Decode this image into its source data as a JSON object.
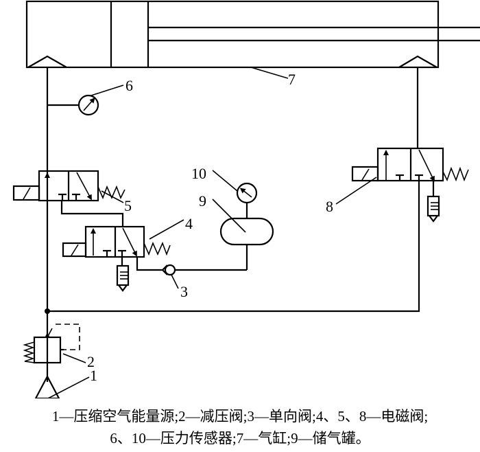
{
  "diagram": {
    "title": "Pneumatic circuit schematic",
    "labels": {
      "l1": "1",
      "l2": "2",
      "l3": "3",
      "l4": "4",
      "l5": "5",
      "l6": "6",
      "l7": "7",
      "l8": "8",
      "l9": "9",
      "l10": "10"
    },
    "components": [
      {
        "id": "1",
        "name": "压缩空气能量源"
      },
      {
        "id": "2",
        "name": "减压阀"
      },
      {
        "id": "3",
        "name": "单向阀"
      },
      {
        "id": "4",
        "name": "电磁阀"
      },
      {
        "id": "5",
        "name": "电磁阀"
      },
      {
        "id": "6",
        "name": "压力传感器"
      },
      {
        "id": "7",
        "name": "气缸"
      },
      {
        "id": "8",
        "name": "电磁阀"
      },
      {
        "id": "9",
        "name": "储气罐"
      },
      {
        "id": "10",
        "name": "压力传感器"
      }
    ]
  },
  "caption": {
    "line1": "1—压缩空气能量源;2—减压阀;3—单向阀;4、5、8—电磁阀;",
    "line2": "6、10—压力传感器;7—气缸;9—储气罐。"
  }
}
